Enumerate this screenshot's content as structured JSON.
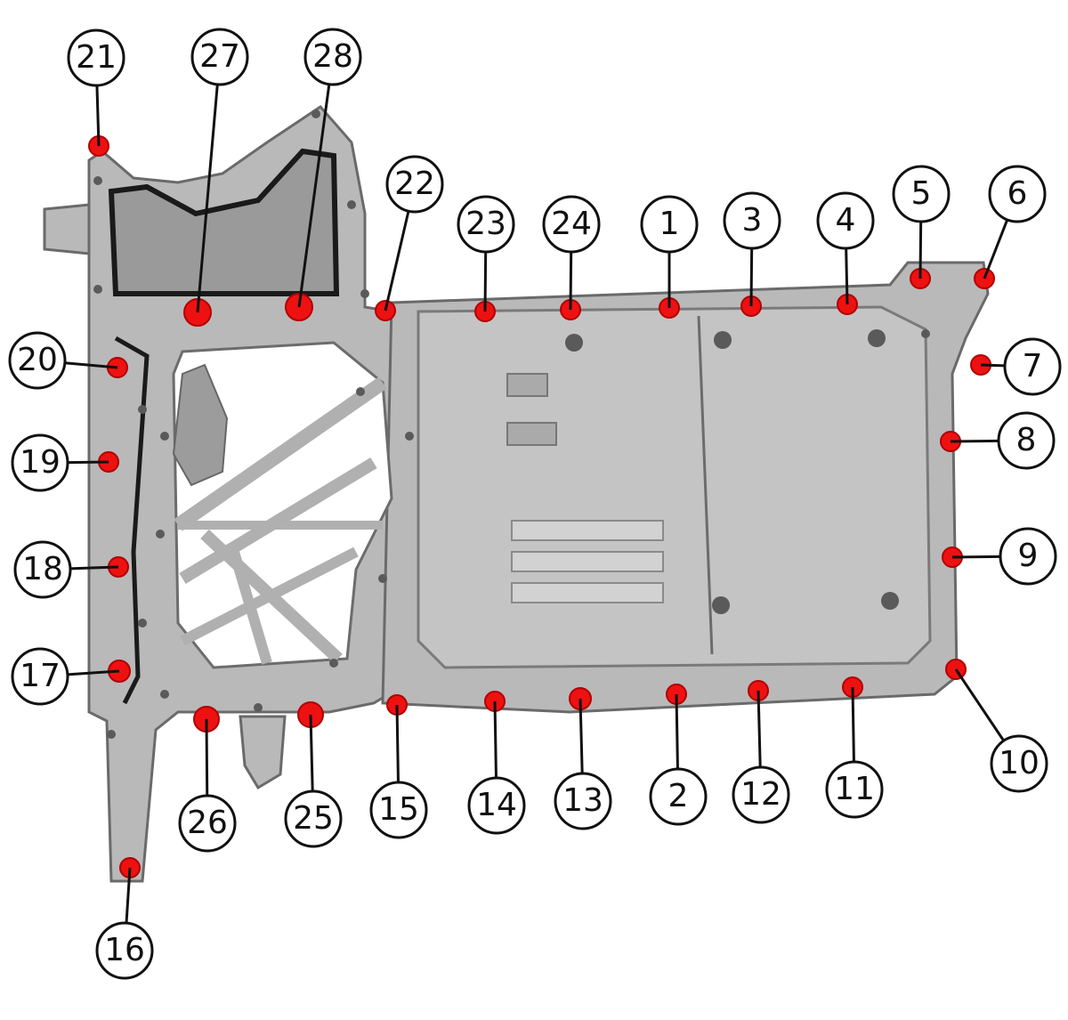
{
  "colors": {
    "bolt": "#ee1111",
    "casting_light": "#c8c8c8",
    "casting_mid": "#b4b4b4",
    "casting_dark": "#8a8a8a",
    "outline": "#111111"
  },
  "callouts": [
    {
      "label": "1"
    },
    {
      "label": "2"
    },
    {
      "label": "3"
    },
    {
      "label": "4"
    },
    {
      "label": "5"
    },
    {
      "label": "6"
    },
    {
      "label": "7"
    },
    {
      "label": "8"
    },
    {
      "label": "9"
    },
    {
      "label": "10"
    },
    {
      "label": "11"
    },
    {
      "label": "12"
    },
    {
      "label": "13"
    },
    {
      "label": "14"
    },
    {
      "label": "15"
    },
    {
      "label": "16"
    },
    {
      "label": "17"
    },
    {
      "label": "18"
    },
    {
      "label": "19"
    },
    {
      "label": "20"
    },
    {
      "label": "21"
    },
    {
      "label": "22"
    },
    {
      "label": "23"
    },
    {
      "label": "24"
    },
    {
      "label": "25"
    },
    {
      "label": "26"
    },
    {
      "label": "27"
    },
    {
      "label": "28"
    }
  ]
}
